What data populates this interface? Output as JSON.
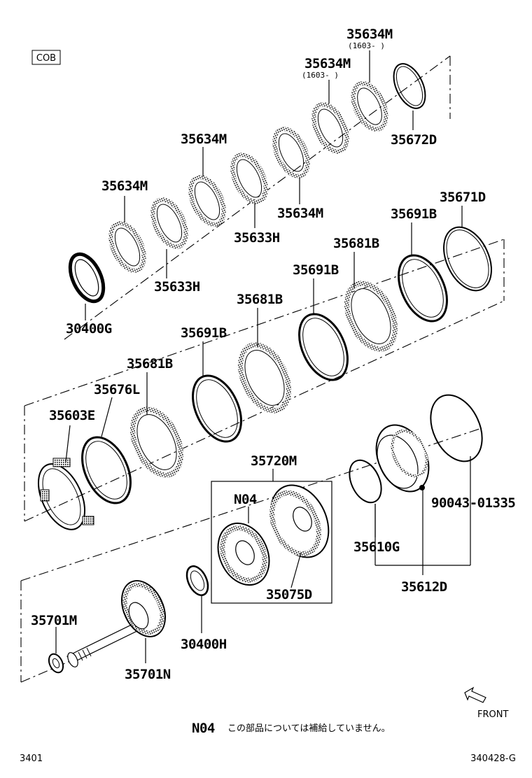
{
  "code_box": "COB",
  "labels": {
    "p35634M_a": "35634M",
    "p35634M_a_note": "(1603-     )",
    "p35634M_b": "35634M",
    "p35634M_b_note": "(1603-     )",
    "p35672D": "35672D",
    "p35634M_c": "35634M",
    "p35634M_d": "35634M",
    "p35634M_e": "35634M",
    "p35633H_a": "35633H",
    "p35633H_b": "35633H",
    "p30400G": "30400G",
    "p35671D": "35671D",
    "p35691B_a": "35691B",
    "p35681B_a": "35681B",
    "p35691B_b": "35691B",
    "p35681B_b": "35681B",
    "p35691B_c": "35691B",
    "p35681B_c": "35681B",
    "p35676L": "35676L",
    "p35603E": "35603E",
    "p35720M": "35720M",
    "pN04": "N04",
    "p35075D": "35075D",
    "p90043": "90043-01335",
    "p35610G": "35610G",
    "p35612D": "35612D",
    "p35701M": "35701M",
    "p30400H": "30400H",
    "p35701N": "35701N"
  },
  "footnote": {
    "code": "N04",
    "text": "この部品については補給していません。"
  },
  "front_label": "FRONT",
  "page_number": "3401",
  "figure_id": "340428-G"
}
